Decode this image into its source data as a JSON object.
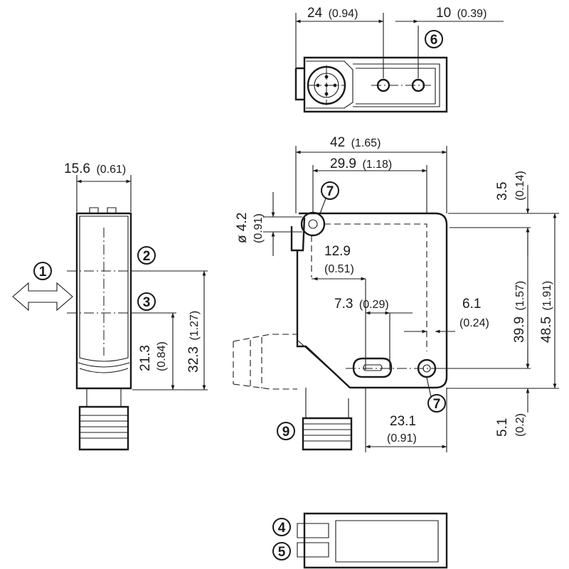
{
  "dimensions": {
    "d24": {
      "main": "24",
      "sub": "(0.94)"
    },
    "d10": {
      "main": "10",
      "sub": "(0.39)"
    },
    "d42": {
      "main": "42",
      "sub": "(1.65)"
    },
    "d29_9": {
      "main": "29.9",
      "sub": "(1.18)"
    },
    "d15_6": {
      "main": "15.6",
      "sub": "(0.61)"
    },
    "d3_5": {
      "main": "3.5",
      "sub": "(0.14)"
    },
    "d4_2": {
      "main": "ø 4.2",
      "sub": "(0.91)"
    },
    "d12_9": {
      "main": "12.9",
      "sub": "(0.51)"
    },
    "d7_3": {
      "main": "7.3",
      "sub": "(0.29)"
    },
    "d6_1": {
      "main": "6.1",
      "sub": "(0.24)"
    },
    "d39_9": {
      "main": "39.9",
      "sub": "(1.57)"
    },
    "d48_5": {
      "main": "48.5",
      "sub": "(1.91)"
    },
    "d21_3": {
      "main": "21.3",
      "sub": "(0.84)"
    },
    "d32_3": {
      "main": "32.3",
      "sub": "(1.27)"
    },
    "d23_1": {
      "main": "23.1",
      "sub": "(0.91)"
    },
    "d5_1": {
      "main": "5.1",
      "sub": "(0.2)"
    }
  },
  "callouts": {
    "c1": "1",
    "c2": "2",
    "c3": "3",
    "c4": "4",
    "c5": "5",
    "c6": "6",
    "c7a": "7",
    "c7b": "7",
    "c9": "9"
  }
}
